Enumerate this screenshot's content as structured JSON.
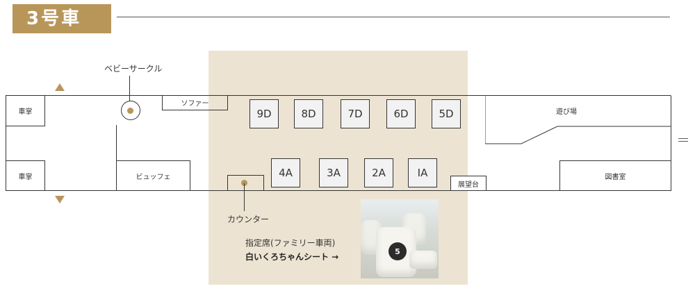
{
  "header": {
    "car_label": "3号車"
  },
  "labels": {
    "baby_circle": "ベビーサークル",
    "counter": "カウンター",
    "reserved_seat_note": "指定席(ファミリー車両)",
    "photo_link": "白いくろちゃんシート →"
  },
  "rooms": {
    "conductor_top": "車掌",
    "conductor_bottom": "車掌",
    "sofa": "ソファー",
    "buffet": "ビュッフェ",
    "playground": "遊び場",
    "observation": "展望台",
    "library": "図書室"
  },
  "seats_top": [
    "9D",
    "8D",
    "7D",
    "6D",
    "5D"
  ],
  "seats_bottom": [
    "4A",
    "3A",
    "2A",
    "IA"
  ],
  "colors": {
    "accent": "#b8965a",
    "highlight": "#ede3d2",
    "line": "#333333"
  },
  "icons": {
    "up": "triangle-up-icon",
    "down": "triangle-down-icon",
    "coupler": "coupler-icon"
  }
}
